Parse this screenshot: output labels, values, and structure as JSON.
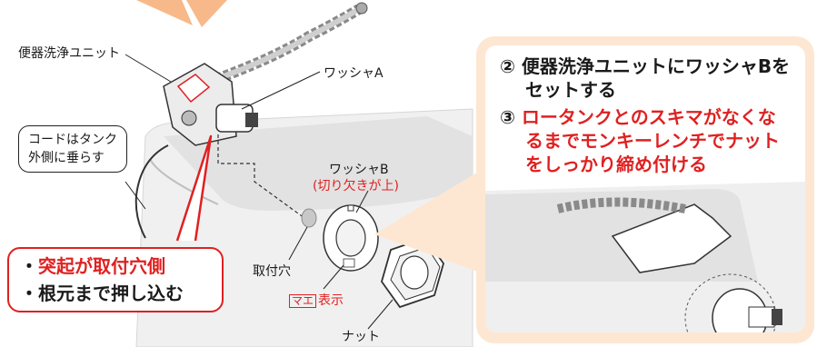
{
  "labels": {
    "unit": "便器洗浄ユニット",
    "washer_a": "ワッシャA",
    "cord_line1": "コードはタンク",
    "cord_line2": "外側に垂らす",
    "washer_b": "ワッシャB",
    "washer_b_note": "(切り欠きが上)",
    "hole": "取付穴",
    "mark_badge": "マエ",
    "mark_text": "表示",
    "nut": "ナット"
  },
  "warning": {
    "line1_bullet": "・",
    "line1_red": "突起が取付穴側",
    "line2": "・根元まで押し込む"
  },
  "steps": [
    {
      "num": "②",
      "line1": "便器洗浄ユニットにワッシャBを",
      "line2": "セットする"
    },
    {
      "num": "③",
      "line1": "ロータンクとのスキマがなくな",
      "line2": "るまでモンキーレンチでナット",
      "line3": "をしっかり締め付ける"
    }
  ],
  "colors": {
    "accent_red": "#e02020",
    "panel_peach": "#fde7d2",
    "tank_gray": "#efefef"
  }
}
